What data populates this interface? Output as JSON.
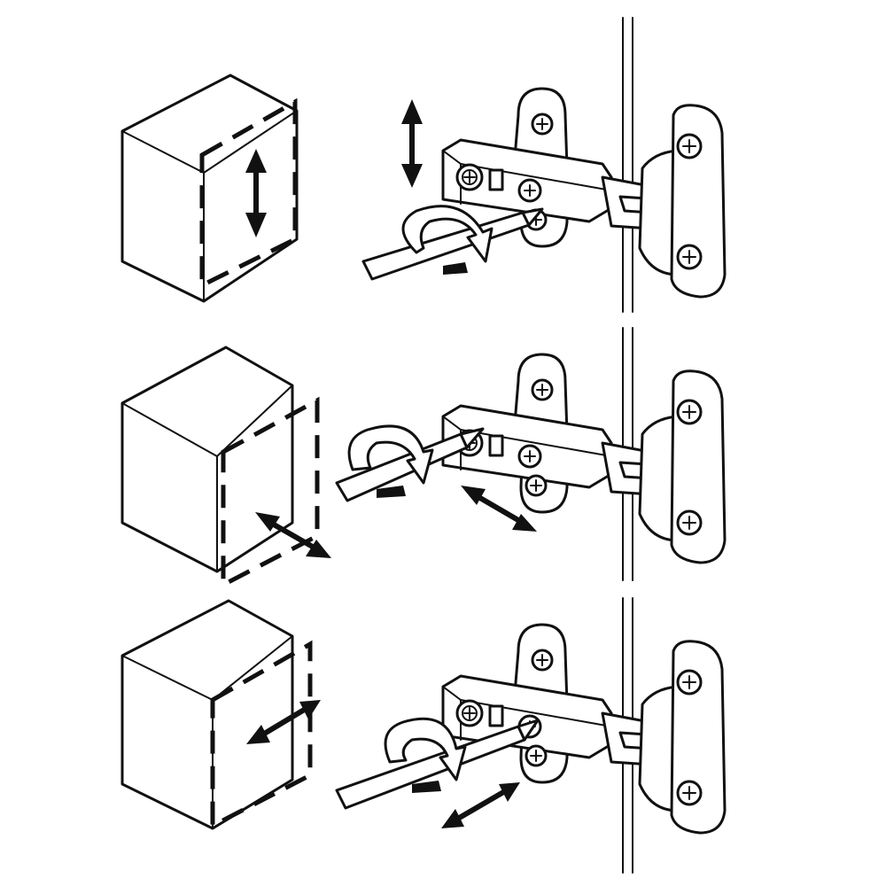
{
  "diagram": {
    "panels": [
      {
        "adjustment": "vertical"
      },
      {
        "adjustment": "depth"
      },
      {
        "adjustment": "lateral"
      }
    ],
    "icons": [
      "cabinet-icon",
      "door-outline-icon",
      "double-arrow-icon",
      "hinge-icon",
      "screwdriver-icon",
      "rotation-arrow-icon",
      "screw-icon"
    ],
    "ink_color": "#111111",
    "background_color": "#ffffff"
  }
}
